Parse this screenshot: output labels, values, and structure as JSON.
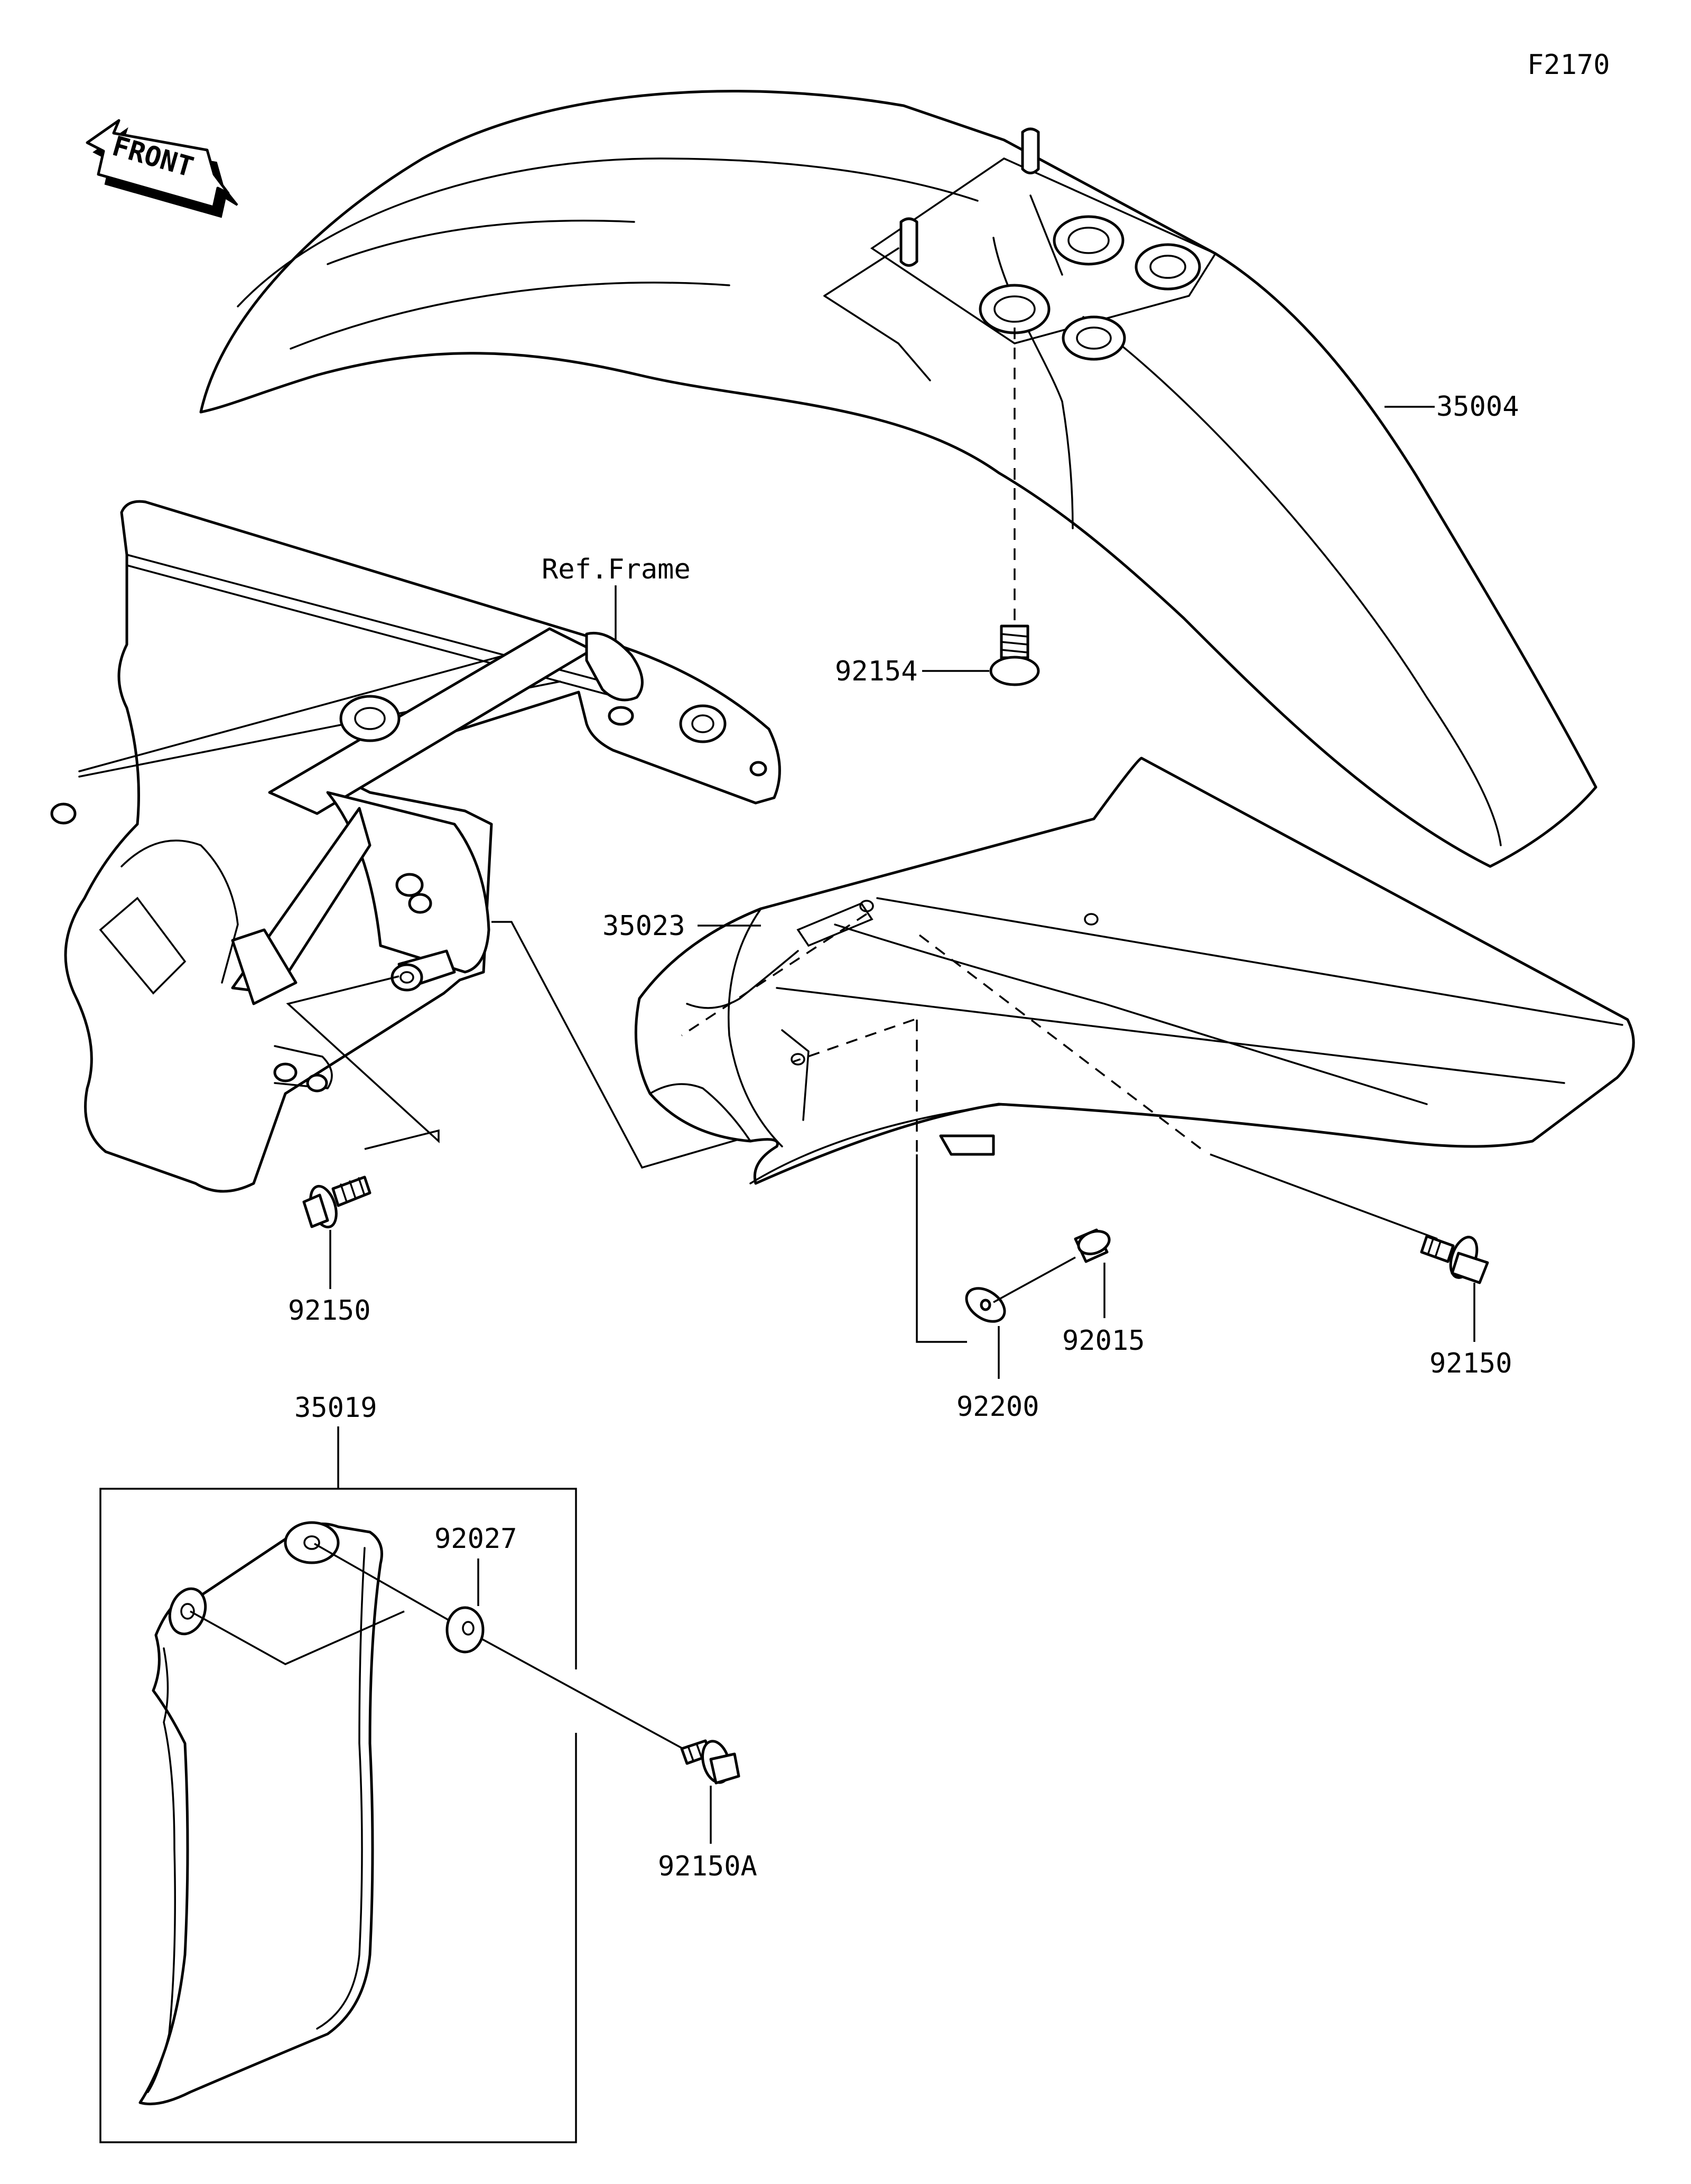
{
  "figure_code": "F2170",
  "front_arrow_label": "FRONT",
  "parts": {
    "front_fender": "35004",
    "screw_92154": "92154",
    "ref_frame": "Ref.Frame",
    "inner_fender": "35023",
    "bolt_left": "92150",
    "bolt_right": "92150",
    "nut": "92015",
    "washer": "92200",
    "guard_assembly": "35019",
    "grommet": "92027",
    "bolt_guard": "92150A"
  },
  "colors": {
    "ink": "#000000",
    "paper": "#ffffff"
  }
}
